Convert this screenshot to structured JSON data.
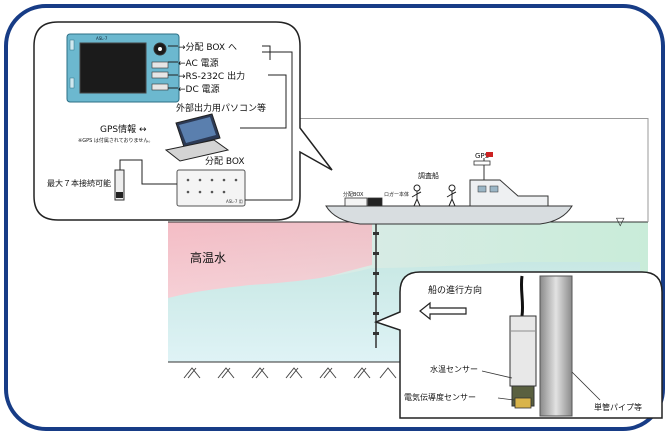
{
  "diagram": {
    "logger": {
      "model_label": "ASL-7",
      "outputs": [
        "→分配 BOX へ",
        "←AC 電源",
        "→RS-232C 出力",
        "←DC 電源"
      ]
    },
    "pc_label": "外部出力用パソコン等",
    "gps_info": "GPS情報 ↔",
    "gps_note": "※GPS は付属されておりません。",
    "box_label": "分配 BOX",
    "box_model": "ASL-7 用",
    "max_sensors": "最大７本接続可能",
    "boat_label": "調査船",
    "gps_mast": "GPS",
    "hull_labels": [
      "分配BOX",
      "ロガー本体"
    ],
    "hot_water": "高温水",
    "direction": "船の進行方向",
    "temp_sensor": "水温センサー",
    "cond_sensor": "電気伝導度センサー",
    "pipe": "単管パイプ等",
    "water_mark": "▽"
  },
  "colors": {
    "frame": "#173c86",
    "hot_water": "#f3c1c8",
    "water": "#c9ecd9",
    "deep_water": "#d3eef0",
    "logger_body": "#6cb8cf"
  }
}
